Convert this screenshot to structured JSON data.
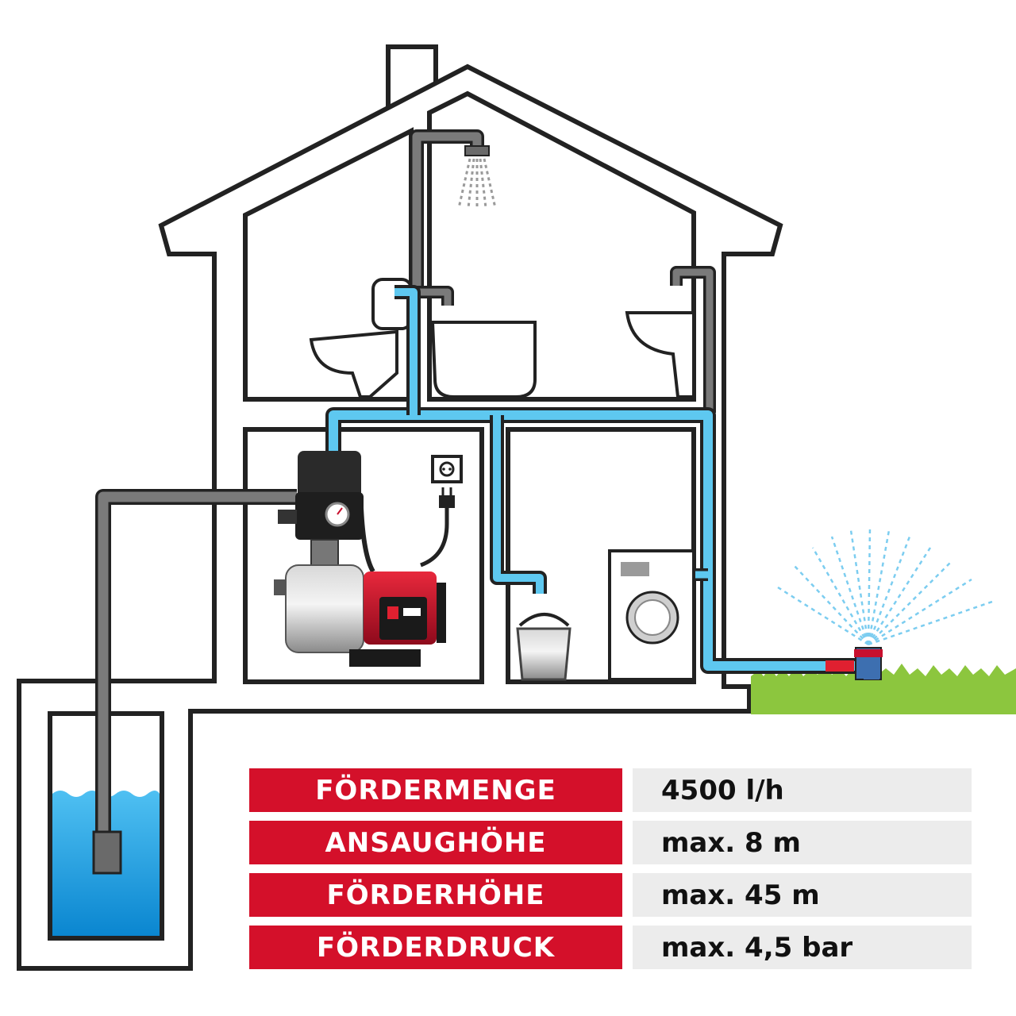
{
  "colors": {
    "wall": "#222222",
    "pipe_gray": "#6a6a6a",
    "pipe_blue": "#5ec8f0",
    "water": "#1aa0e0",
    "grass": "#8cc63e",
    "pump_red": "#c8102e",
    "label_red": "#d4102a",
    "value_gray": "#ececec"
  },
  "icons": [
    "house-outline",
    "well",
    "pump",
    "power-socket",
    "shower",
    "toilet",
    "bathtub",
    "washbasin",
    "bucket",
    "washing-machine",
    "garden-sprinkler"
  ],
  "specs": [
    {
      "label": "FÖRDERMENGE",
      "value": "4500 l/h"
    },
    {
      "label": "ANSAUGHÖHE",
      "value": "max. 8 m"
    },
    {
      "label": "FÖRDERHÖHE",
      "value": "max. 45 m"
    },
    {
      "label": "FÖRDERDRUCK",
      "value": "max. 4,5 bar"
    }
  ]
}
